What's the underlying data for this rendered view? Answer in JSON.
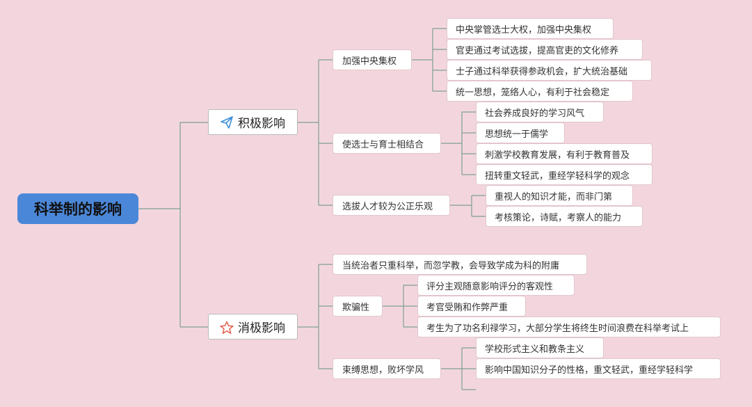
{
  "root": {
    "label": "科举制的影响"
  },
  "branches": {
    "positive": {
      "label": "积极影响",
      "icon": "paper-plane-icon",
      "icon_color": "#3a8dd8"
    },
    "negative": {
      "label": "消极影响",
      "icon": "star-icon",
      "icon_color": "#e25b45"
    }
  },
  "positive": {
    "centralize": {
      "label": "加强中央集权",
      "items": [
        "中央掌管选士大权，加强中央集权",
        "官吏通过考试选拔，提高官吏的文化修养",
        "士子通过科举获得参政机会，扩大统治基础",
        "统一思想，笼络人心，有利于社会稳定"
      ]
    },
    "combine": {
      "label": "使选士与育士相结合",
      "items": [
        "社会养成良好的学习风气",
        "思想统一于儒学",
        "刺激学校教育发展，有利于教育普及",
        "扭转重文轻武，重经学轻科学的观念"
      ]
    },
    "fair": {
      "label": "选拔人才较为公正乐观",
      "items": [
        "重视人的知识才能，而非门第",
        "考核策论，诗赋，考察人的能力"
      ]
    }
  },
  "negative": {
    "only_exam": {
      "label": "当统治者只重科举，而忽学教，会导致学成为科的附庸"
    },
    "deceptive": {
      "label": "欺骗性",
      "items": [
        "评分主观随意影响评分的客观性",
        "考官受贿和作弊严重",
        "考生为了功名利禄学习，大部分学生将终生时间浪费在科举考试上"
      ]
    },
    "bind": {
      "label": "束缚思想，败坏学风",
      "items": [
        "学校形式主义和教条主义",
        "影响中国知识分子的性格，重文轻武，重经学轻科学"
      ]
    }
  },
  "colors": {
    "background": "#f3d6dd",
    "root": "#4b87d8",
    "line": "#7f9e98"
  }
}
